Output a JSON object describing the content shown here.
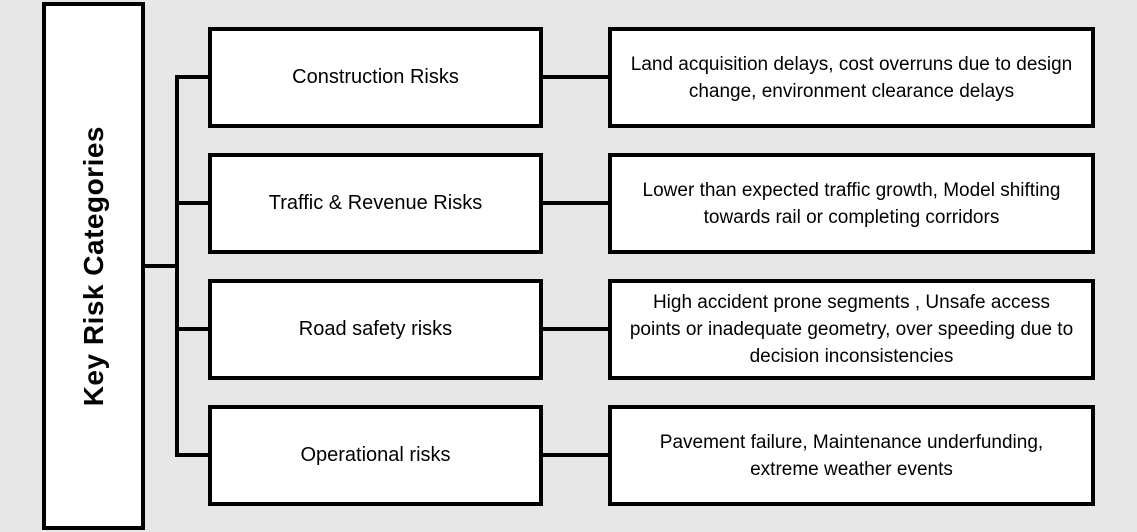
{
  "diagram": {
    "title": "Key Risk Categories",
    "rows": [
      {
        "category": "Construction Risks",
        "description": "Land acquisition delays, cost overruns due to design change, environment clearance delays"
      },
      {
        "category": "Traffic & Revenue Risks",
        "description": "Lower than expected traffic growth, Model shifting towards rail or completing corridors"
      },
      {
        "category": "Road safety risks",
        "description": "High accident prone segments , Unsafe access points or inadequate geometry, over speeding due to decision inconsistencies"
      },
      {
        "category": "Operational risks",
        "description": "Pavement failure, Maintenance underfunding, extreme weather events"
      }
    ],
    "colors": {
      "background": "#e7e7e7",
      "box_fill": "#ffffff",
      "border": "#000000",
      "text": "#000000"
    }
  }
}
